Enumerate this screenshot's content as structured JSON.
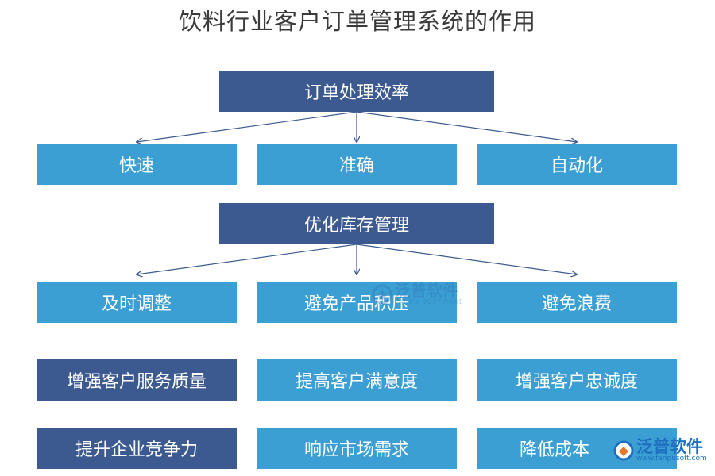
{
  "title": "饮料行业客户订单管理系统的作用",
  "sections": [
    {
      "heading": "订单处理效率",
      "items": [
        "快速",
        "准确",
        "自动化"
      ]
    },
    {
      "heading": "优化库存管理",
      "items": [
        "及时调整",
        "避免产品积压",
        "避免浪费"
      ]
    }
  ],
  "grid": [
    [
      "增强客户服务质量",
      "提高客户满意度",
      "增强客户忠诚度"
    ],
    [
      "提升企业竞争力",
      "响应市场需求",
      "降低成本"
    ]
  ],
  "watermark": {
    "name": "泛普软件",
    "sub": "FANPU SOFTWARE",
    "url": "www.fanpusoft.com"
  },
  "colors": {
    "dark_box": "#3c5a8f",
    "light_box": "#3b9fd3",
    "arrow": "#3c5a8f"
  }
}
